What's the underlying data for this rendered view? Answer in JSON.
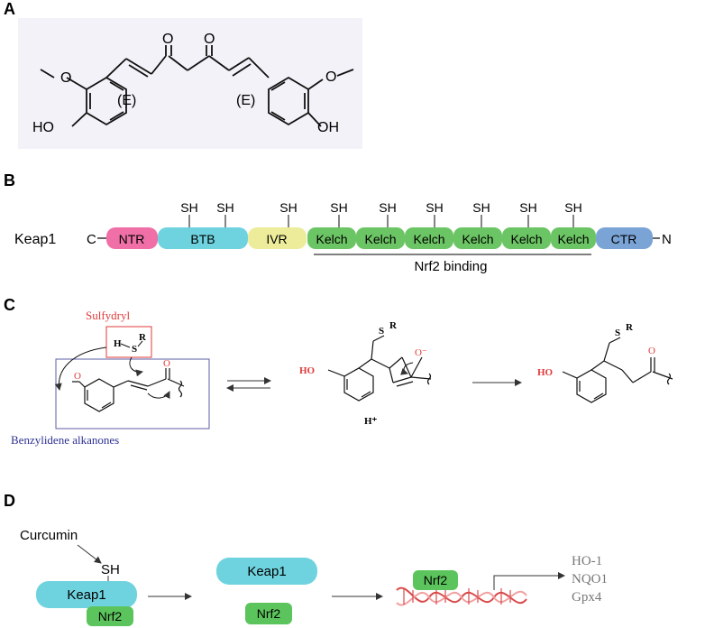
{
  "panels": {
    "a": "A",
    "b": "B",
    "c": "C",
    "d": "D"
  },
  "panel_a": {
    "methoxy_left": "O",
    "methoxy_right": "O",
    "ho_left": "HO",
    "oh_right": "OH",
    "ketone_o1": "O",
    "ketone_o2": "O",
    "e_left": "(E)",
    "e_right": "(E)"
  },
  "panel_b": {
    "protein": "Keap1",
    "c_term_letter": "C",
    "n_term_letter": "N",
    "domains": [
      "NTR",
      "BTB",
      "IVR",
      "Kelch",
      "Kelch",
      "Kelch",
      "Kelch",
      "Kelch",
      "Kelch",
      "CTR"
    ],
    "sh_label": "SH",
    "binding_label": "Nrf2 binding"
  },
  "panel_c": {
    "sulfydryl_label": "Sulfydryl",
    "h": "H",
    "s": "S",
    "r": "R",
    "o": "O",
    "o_minus": "O⁻",
    "ho": "HO",
    "h_plus": "H⁺",
    "benzylidene_label": "Benzylidene alkanones",
    "colors": {
      "red": "#e03a3a",
      "blue": "#2e3192",
      "box": "#5b5ea6"
    }
  },
  "panel_d": {
    "curcumin": "Curcumin",
    "sh": "SH",
    "keap1": "Keap1",
    "nrf2": "Nrf2",
    "genes": [
      "HO-1",
      "NQO1",
      "Gpx4"
    ],
    "colors": {
      "keap1": "#6fd3df",
      "nrf2": "#5cc45c"
    }
  }
}
